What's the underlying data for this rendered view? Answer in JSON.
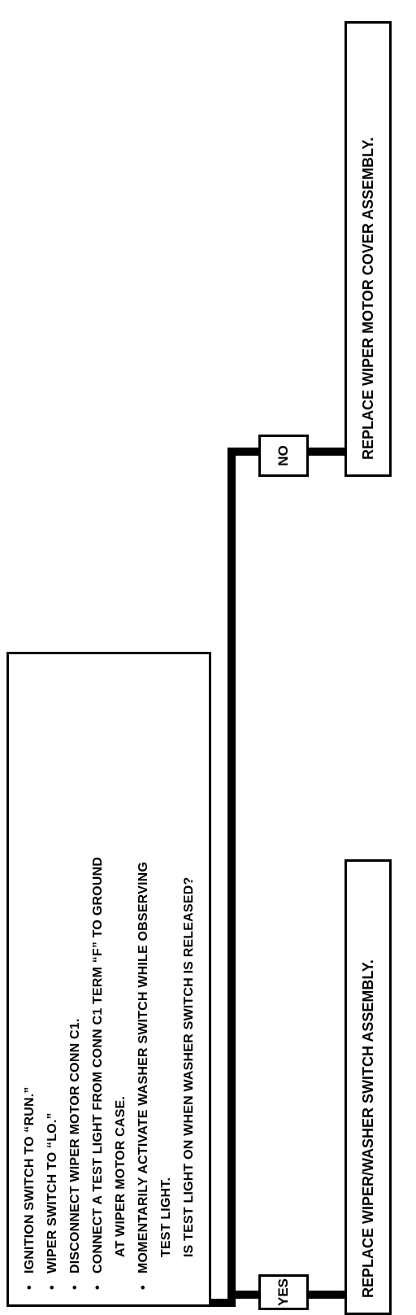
{
  "question_box": {
    "lines": [
      {
        "bullet": "•",
        "text": "IGNITION SWITCH TO “RUN.”"
      },
      {
        "bullet": "•",
        "text": "WIPER SWITCH TO “LO.”"
      },
      {
        "bullet": "•",
        "text": "DISCONNECT WIPER MOTOR CONN C1."
      },
      {
        "bullet": "•",
        "text": "CONNECT A TEST LIGHT FROM CONN C1 TERM “F” TO GROUND"
      },
      {
        "bullet": "",
        "text": "AT WIPER MOTOR CASE."
      },
      {
        "bullet": "•",
        "text": "MOMENTARILY ACTIVATE WASHER SWITCH WHILE OBSERVING"
      },
      {
        "bullet": "",
        "text": "TEST LIGHT."
      },
      {
        "bullet": "",
        "text": "IS TEST LIGHT ON WHEN WASHER SWITCH IS RELEASED?"
      }
    ]
  },
  "yes_label": "YES",
  "no_label": "NO",
  "yes_result": "REPLACE WIPER/WASHER SWITCH ASSEMBLY.",
  "no_result": "REPLACE WIPER MOTOR COVER ASSEMBLY."
}
